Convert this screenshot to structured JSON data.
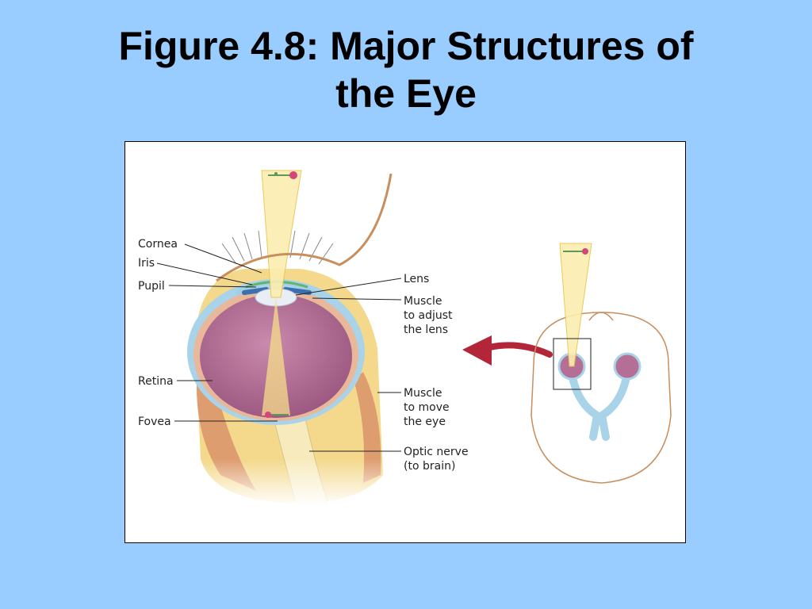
{
  "slide": {
    "title_line1": "Figure 4.8: Major Structures of",
    "title_line2": "the Eye"
  },
  "labels": {
    "cornea": "Cornea",
    "iris": "Iris",
    "pupil": "Pupil",
    "retina": "Retina",
    "fovea": "Fovea",
    "lens": "Lens",
    "muscle_lens": [
      "Muscle",
      "to adjust",
      "the lens"
    ],
    "muscle_eye": [
      "Muscle",
      "to move",
      "the eye"
    ],
    "optic_nerve": [
      "Optic nerve",
      "(to brain)"
    ]
  },
  "colors": {
    "background": "#99ccff",
    "eyeball": "#b56f96",
    "sclera": "#a9d3e8",
    "fat": "#f4d98c",
    "muscle": "#d9926a",
    "light_beam": "#fbeeb0",
    "arrow": "#b3263a",
    "head_outline": "#c98e5e"
  },
  "icons": {
    "flower": "rose-icon",
    "pointer": "arrow-left-icon"
  }
}
